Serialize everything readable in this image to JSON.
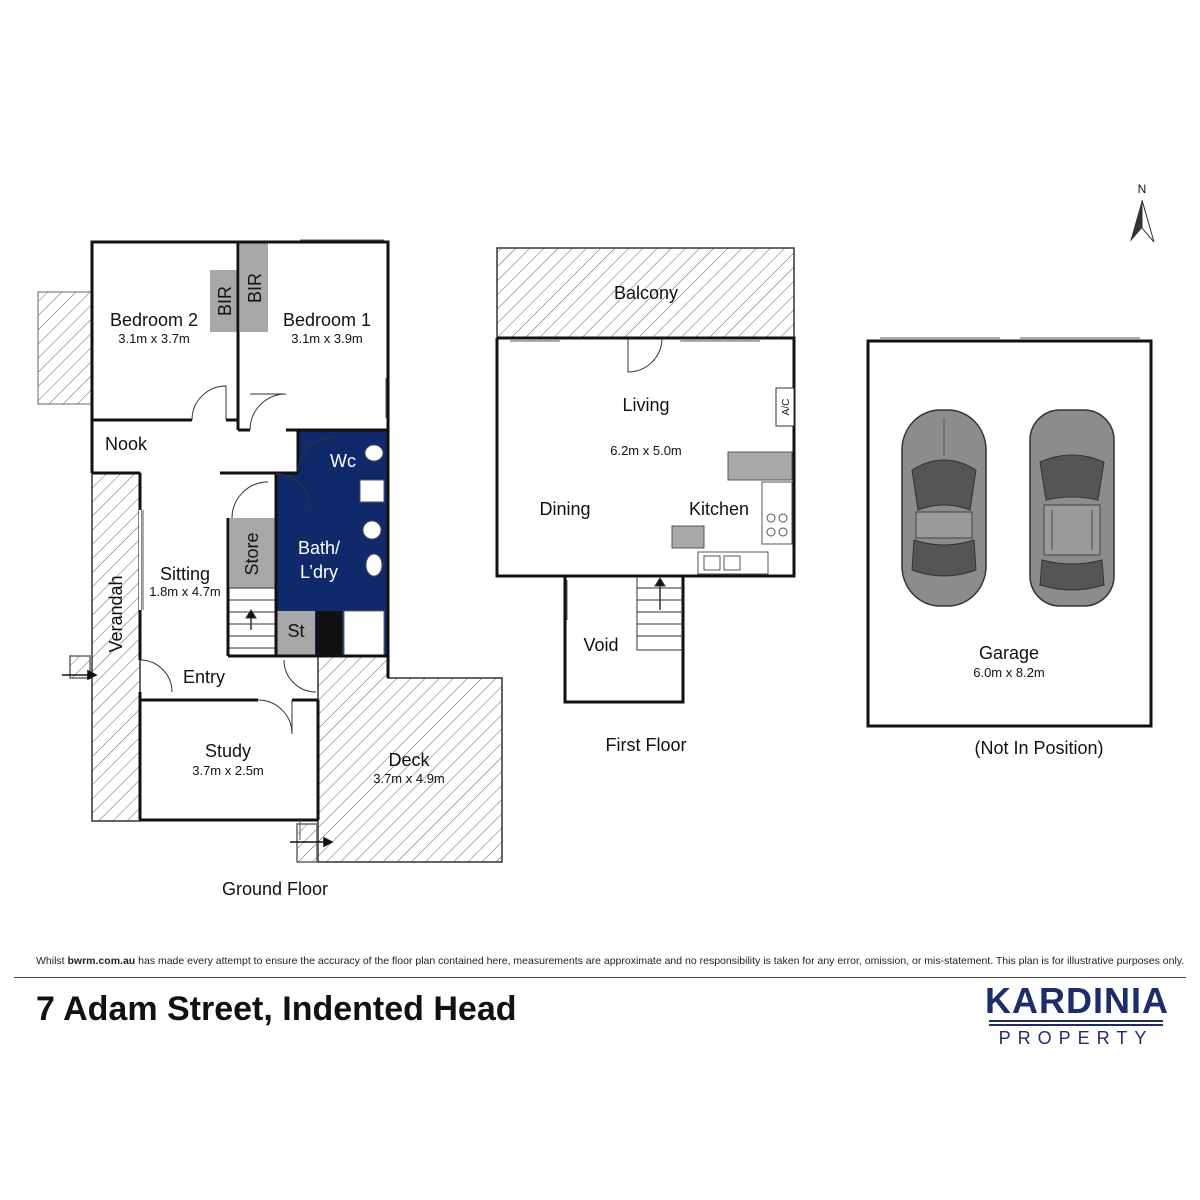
{
  "ground_floor": {
    "label": "Ground Floor",
    "rooms": {
      "bedroom2": {
        "name": "Bedroom 2",
        "dims": "3.1m x 3.7m"
      },
      "bedroom1": {
        "name": "Bedroom 1",
        "dims": "3.1m x 3.9m"
      },
      "bir_left": "BIR",
      "bir_right": "BIR",
      "nook": "Nook",
      "wc": "Wc",
      "store": "Store",
      "bath_line1": "Bath/",
      "bath_line2": "L’dry",
      "sitting": {
        "name": "Sitting",
        "dims": "1.8m x 4.7m"
      },
      "verandah": "Verandah",
      "st": "St",
      "entry": "Entry",
      "study": {
        "name": "Study",
        "dims": "3.7m x 2.5m"
      },
      "deck": {
        "name": "Deck",
        "dims": "3.7m x 4.9m"
      }
    }
  },
  "first_floor": {
    "label": "First Floor",
    "rooms": {
      "balcony": "Balcony",
      "living": {
        "name": "Living",
        "dims": "6.2m x 5.0m"
      },
      "ac": "A/C",
      "dining": "Dining",
      "kitchen": "Kitchen",
      "void": "Void"
    }
  },
  "garage": {
    "name": "Garage",
    "dims": "6.0m x 8.2m",
    "note": "(Not In Position)"
  },
  "compass": "N",
  "disclaimer": {
    "prefix": "Whilst",
    "site": "bwrm.com.au",
    "text": "has made every attempt to ensure the accuracy of the floor plan contained here, measurements are approximate and no responsibility is taken for any error, omission, or mis-statement. This plan is for illustrative purposes only."
  },
  "address": "7 Adam Street, Indented Head",
  "logo": {
    "main": "KARDINIA",
    "sub": "PROPERTY"
  },
  "colors": {
    "bath_fill": "#10296b",
    "fixture_grey": "#a8a8a8",
    "wall": "#111111",
    "logo_navy": "#1d2d6a"
  }
}
